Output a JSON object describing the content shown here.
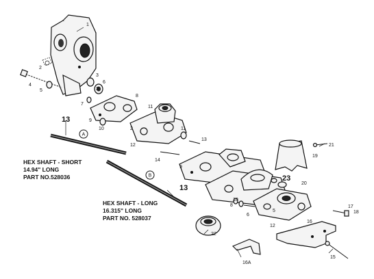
{
  "callouts": {
    "n1": "1",
    "n2": "2",
    "n3": "3",
    "n4": "4",
    "n5": "5",
    "n6": "6",
    "n7": "7",
    "n8": "8",
    "n9": "9",
    "n10": "10",
    "n11": "11",
    "n12": "12",
    "n13a": "13",
    "n13b": "13",
    "n14": "14",
    "n15": "15",
    "n16": "16",
    "n17": "17",
    "n18": "18",
    "n19": "19",
    "n20": "20",
    "n21": "21",
    "n22": "22",
    "n23": "23",
    "n16a": "16A",
    "n8b": "8",
    "n10b": "10",
    "n11b": "11",
    "n12b": "12",
    "n13c": "13",
    "n5b": "5",
    "n9b": "9",
    "n6b": "6",
    "n3b": "3",
    "n2b": "2"
  },
  "markers": {
    "a": "A",
    "b": "B"
  },
  "short_shaft": {
    "line1": "HEX SHAFT - SHORT",
    "line2": "14.94\" LONG",
    "line3": "PART NO.528036"
  },
  "long_shaft": {
    "line1": "HEX SHAFT - LONG",
    "line2": "16.315\" LONG",
    "line3": "PART NO. 528037"
  }
}
